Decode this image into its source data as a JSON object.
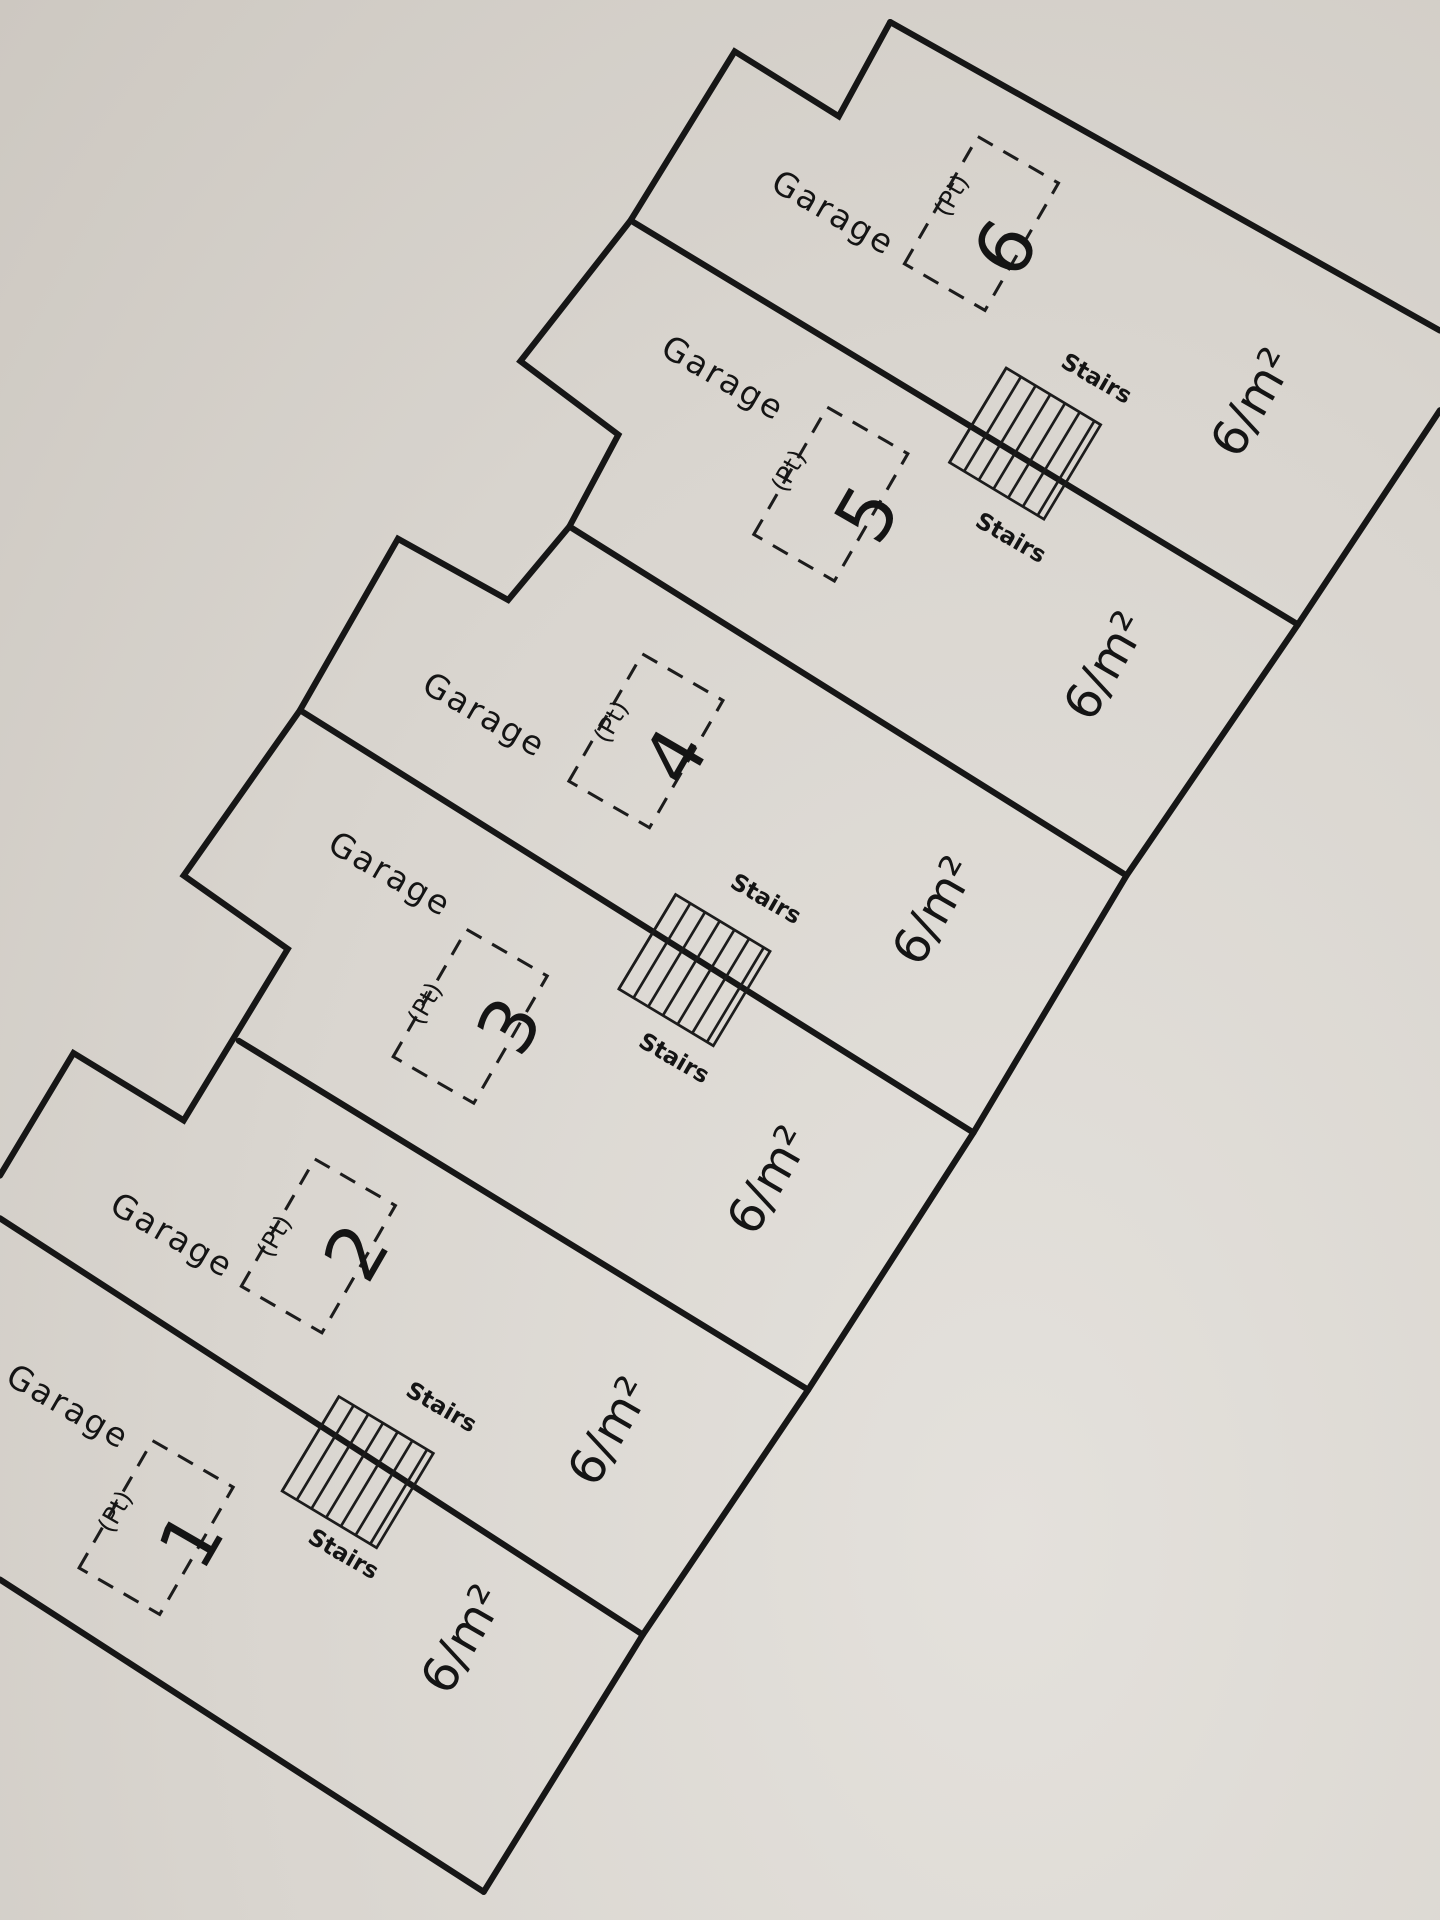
{
  "title": "Garage floor plan",
  "units": [
    {
      "number": "1",
      "garage_label": "Garage",
      "parking_label": "(Pt)",
      "area_label": "6/m²",
      "stairs_labels": [
        "Stairs",
        "Stairs"
      ]
    },
    {
      "number": "2",
      "garage_label": "Garage",
      "parking_label": "(Pt)",
      "area_label": "6/m²"
    },
    {
      "number": "3",
      "garage_label": "Garage",
      "parking_label": "(Pt)",
      "area_label": "6/m²",
      "stairs_labels": [
        "Stairs",
        "Stairs"
      ]
    },
    {
      "number": "4",
      "garage_label": "Garage",
      "parking_label": "(Pt)",
      "area_label": "6/m²"
    },
    {
      "number": "5",
      "garage_label": "Garage",
      "parking_label": "(Pt)",
      "area_label": "6/m²",
      "stairs_labels": [
        "Stairs",
        "Stairs"
      ]
    },
    {
      "number": "6",
      "garage_label": "Garage",
      "parking_label": "(Pt)",
      "area_label": "6/m²"
    }
  ]
}
